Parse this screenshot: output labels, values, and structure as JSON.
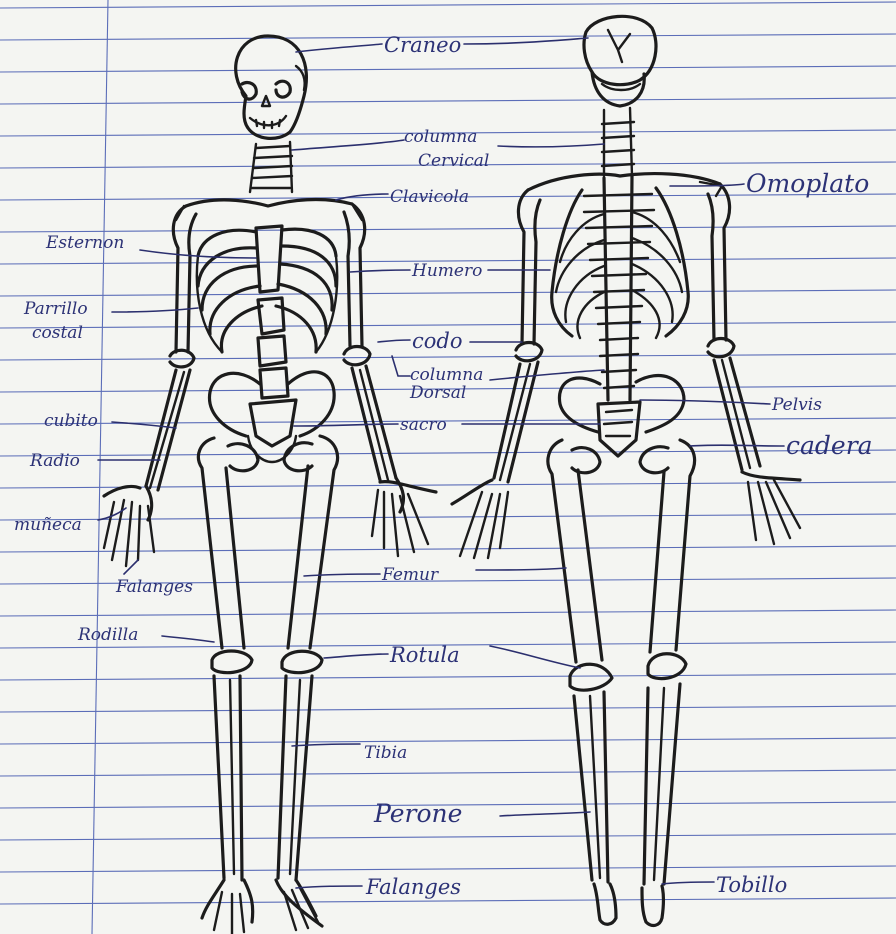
{
  "labels": {
    "craneo": "Craneo",
    "columna_cervical_1": "columna",
    "columna_cervical_2": "Cervical",
    "clavicula": "Clavicola",
    "omoplato": "Omoplato",
    "esternon": "Esternon",
    "humero": "Humero",
    "parrilla_costal_1": "Parrillo",
    "parrilla_costal_2": "costal",
    "codo": "codo",
    "columna_dorsal_1": "columna",
    "columna_dorsal_2": "Dorsal",
    "pelvis": "Pelvis",
    "cubito": "cubito",
    "sacro": "sacro",
    "cadera": "cadera",
    "radio": "Radio",
    "muneca": "muñeca",
    "falanges_mano": "Falanges",
    "femur": "Femur",
    "rodilla": "Rodilla",
    "rotula": "Rotula",
    "tibia": "Tibia",
    "perone": "Perone",
    "falanges_pie": "Falanges",
    "tobillo": "Tobillo"
  }
}
